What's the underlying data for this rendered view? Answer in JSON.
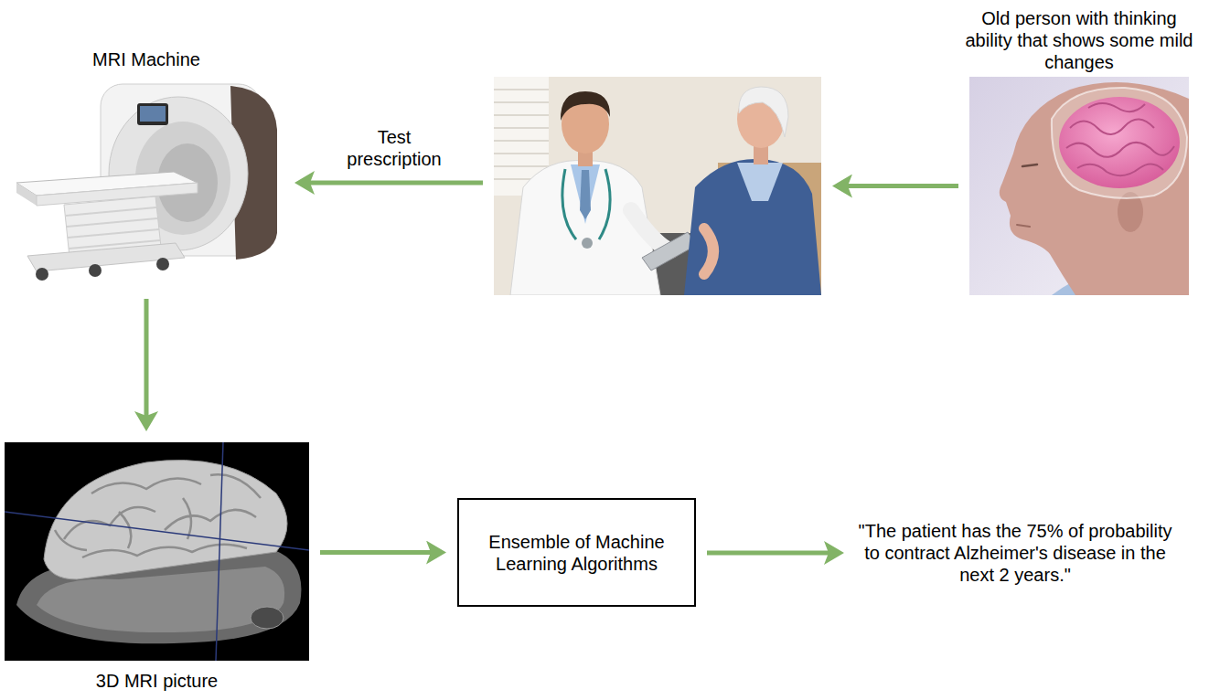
{
  "diagram": {
    "nodes": [
      {
        "text": [
          "MRI Machine"
        ]
      },
      {
        "text": []
      },
      {
        "text": [
          "Old person with thinking ability that shows some mild changes"
        ]
      },
      {
        "text": [
          "3D MRI picture"
        ]
      },
      {
        "text": [
          "Ensemble of Machine Learning Algorithms"
        ]
      },
      {
        "text": [
          "\"The patient has the 75% of probability to contract Alzheimer's disease in the next 2 years.\""
        ]
      }
    ],
    "edges": [
      {
        "from": 2,
        "to": 1,
        "arrow": "to"
      },
      {
        "from": 1,
        "to": 0,
        "label": "Test prescription",
        "arrow": "to"
      },
      {
        "from": 0,
        "to": 3,
        "arrow": "to"
      },
      {
        "from": 3,
        "to": 4,
        "arrow": "to"
      },
      {
        "from": 4,
        "to": 5,
        "arrow": "to"
      }
    ]
  }
}
